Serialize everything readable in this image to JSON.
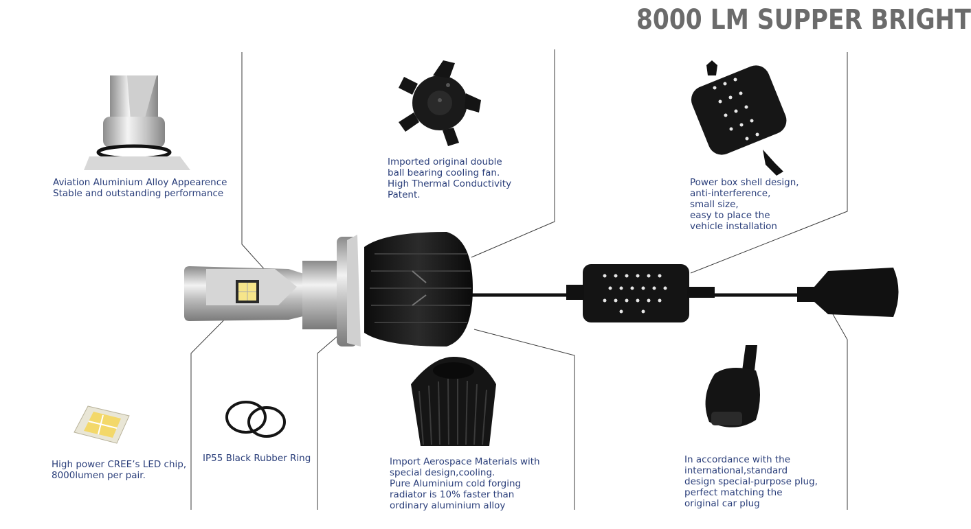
{
  "header": {
    "title": "8000 LM  SUPPER BRIGHT"
  },
  "captions": {
    "aluminium": [
      "Aviation Aluminium Alloy Appearence",
      "Stable and outstanding performance"
    ],
    "fan": [
      "Imported original double",
      "ball bearing cooling fan.",
      "High Thermal Conductivity",
      "Patent."
    ],
    "power_box": [
      "Power box shell design,",
      "anti-interference,",
      "small size,",
      "easy to place the",
      "vehicle installation"
    ],
    "led_chip": [
      "High power CREE’s LED chip,",
      "8000lumen per pair."
    ],
    "rubber_ring": [
      "IP55 Black Rubber Ring"
    ],
    "radiator": [
      "Import Aerospace Materials with",
      "special design,cooling.",
      "Pure Aluminium cold forging",
      "radiator is 10% faster than",
      "ordinary aluminium alloy"
    ],
    "plug": [
      "In accordance with the",
      "international,standard",
      "design special-purpose plug,",
      "perfect matching the",
      "original car plug"
    ]
  },
  "colors": {
    "caption": "#2a3e7a",
    "title": "#6b6b6b",
    "line": "#333333"
  }
}
